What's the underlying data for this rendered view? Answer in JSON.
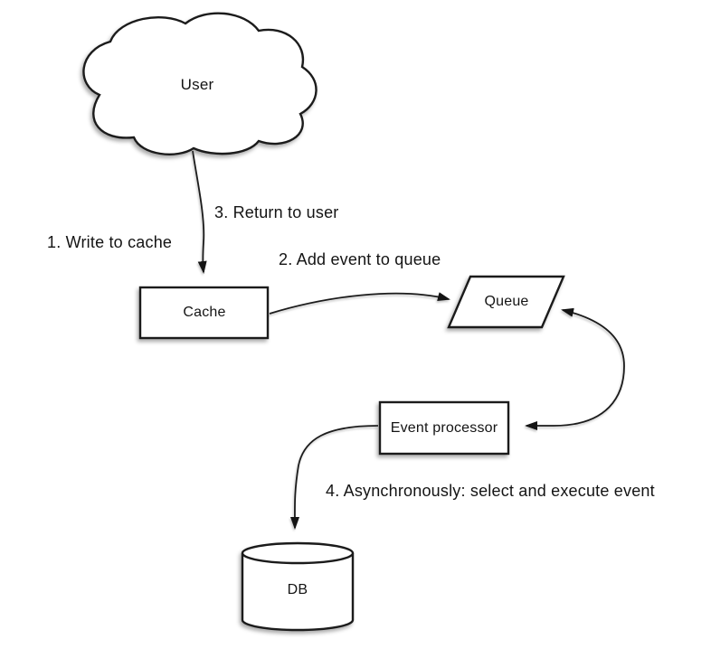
{
  "diagram": {
    "type": "flow-diagram",
    "background": "#ffffff",
    "colors": {
      "stroke": "#1b1b1b",
      "shape_fill": "#ffffff",
      "text": "#141414"
    },
    "nodes": [
      {
        "id": "user",
        "label": "User",
        "shape": "cloud"
      },
      {
        "id": "cache",
        "label": "Cache",
        "shape": "rectangle"
      },
      {
        "id": "queue",
        "label": "Queue",
        "shape": "parallelogram"
      },
      {
        "id": "event-processor",
        "label": "Event processor",
        "shape": "rectangle"
      },
      {
        "id": "db",
        "label": "DB",
        "shape": "cylinder"
      }
    ],
    "edges": [
      {
        "from": "user",
        "to": "cache",
        "label_left": "1. Write to cache",
        "label_right": "3. Return to user",
        "arrowheads": "end"
      },
      {
        "from": "cache",
        "to": "queue",
        "label": "2. Add event to queue",
        "arrowheads": "end"
      },
      {
        "from": "queue",
        "to": "event-processor",
        "label": "",
        "arrowheads": "both"
      },
      {
        "from": "event-processor",
        "to": "db",
        "label": "4. Asynchronously: select and execute event",
        "arrowheads": "end"
      }
    ]
  }
}
